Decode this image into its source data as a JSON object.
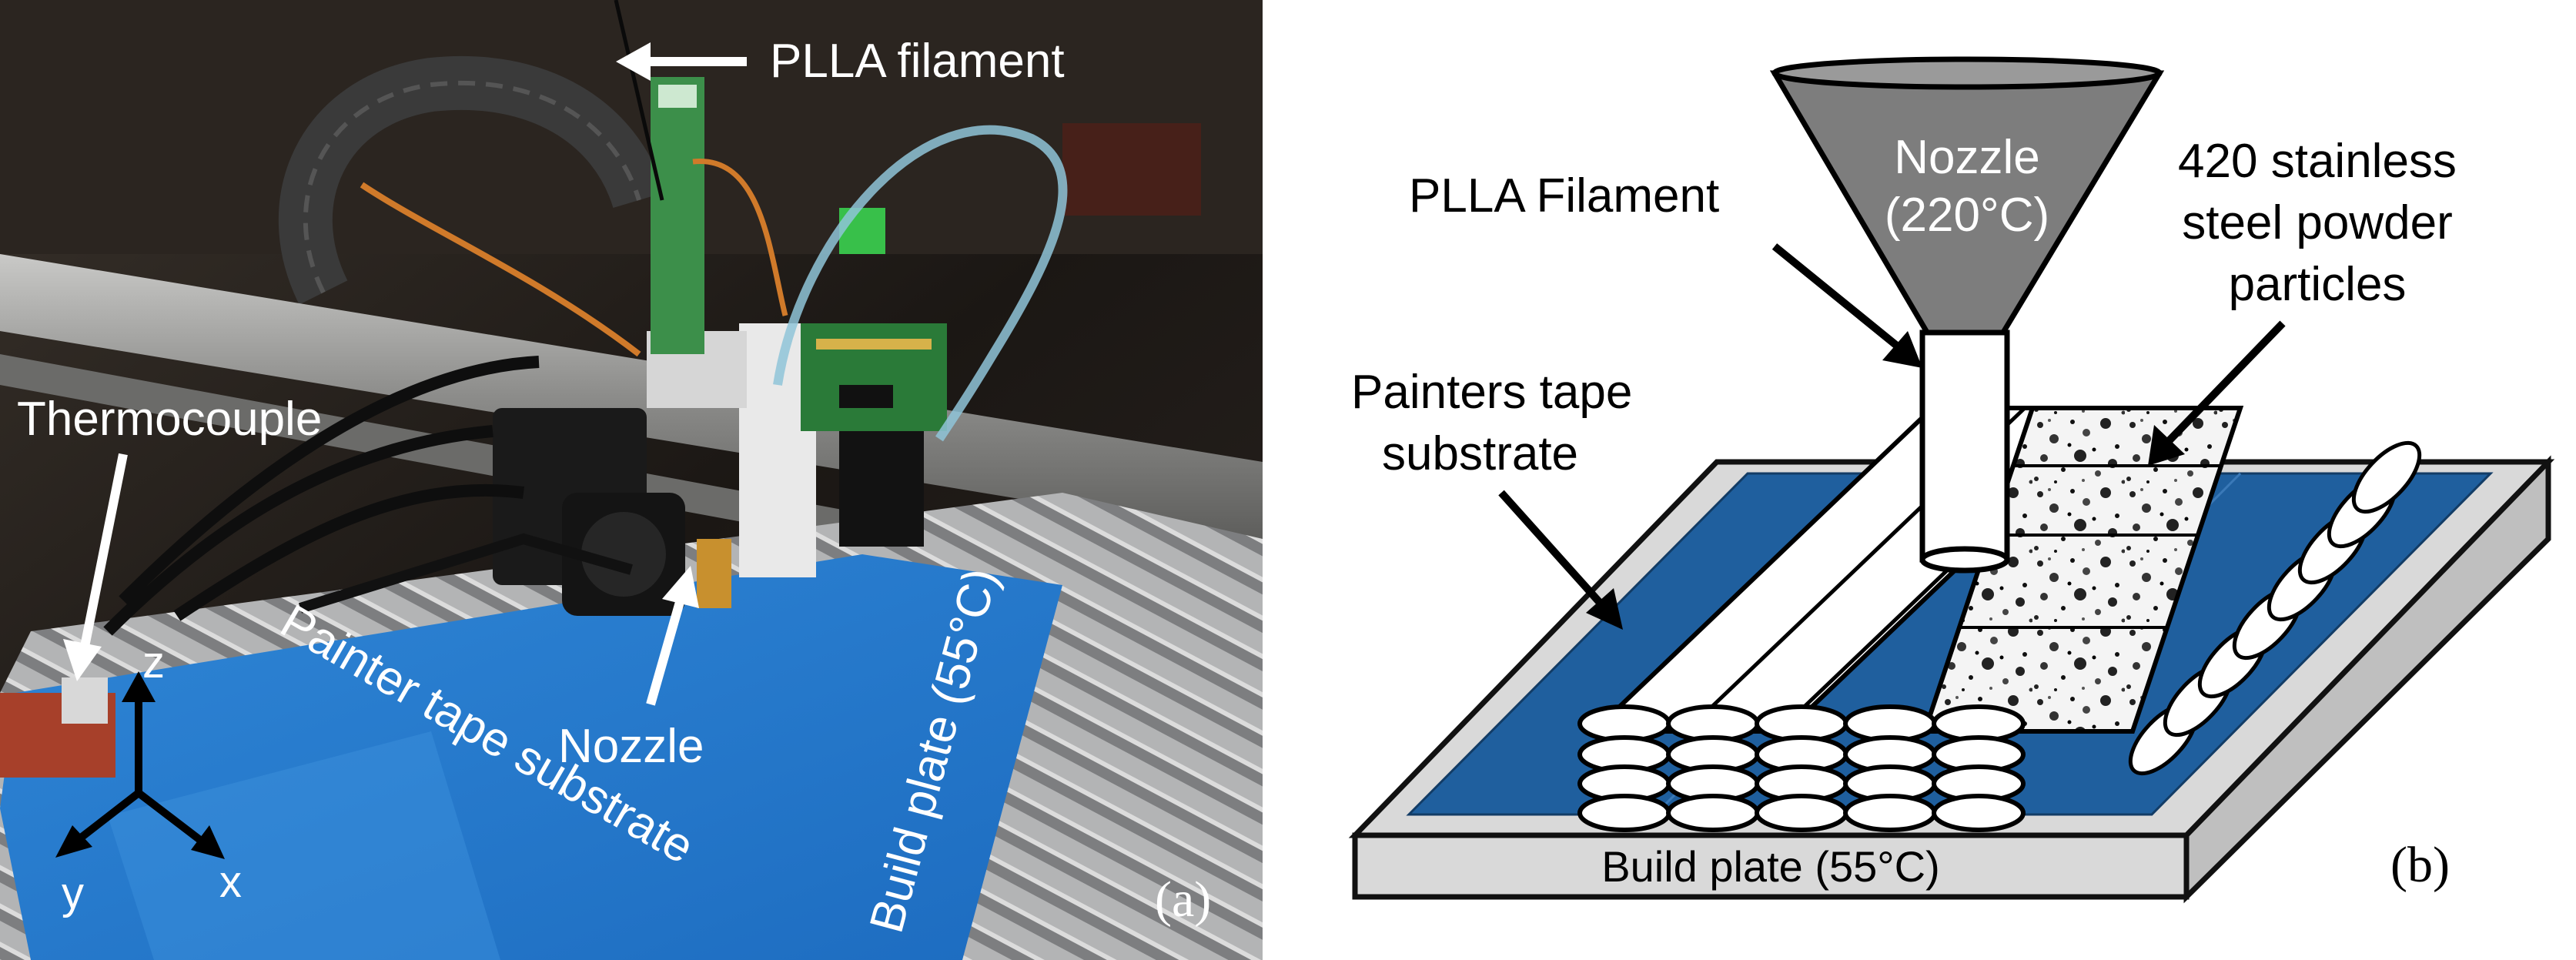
{
  "panel_a": {
    "labels": {
      "filament": "PLLA filament",
      "thermocouple": "Thermocouple",
      "nozzle": "Nozzle",
      "tape": "Painter tape substrate",
      "build_plate": "Build plate (55°C)"
    },
    "axes": {
      "z": "z",
      "x": "x",
      "y": "y"
    },
    "panel_label": "(a)"
  },
  "panel_b": {
    "labels": {
      "nozzle_line1": "Nozzle",
      "nozzle_line2": "(220°C)",
      "filament": "PLLA Filament",
      "powder_line1": "420 stainless",
      "powder_line2": "steel powder",
      "powder_line3": "particles",
      "tape_line1": "Painters tape",
      "tape_line2": "substrate",
      "build_plate": "Build plate (55°C)"
    },
    "panel_label": "(b)"
  },
  "colors": {
    "tape_blue": "#1f5f9e",
    "plate_gray": "#d9d9d9",
    "nozzle_gray": "#7d7d7d",
    "aluminum": "#a7a9ab",
    "photo_dark": "#1b1714"
  }
}
